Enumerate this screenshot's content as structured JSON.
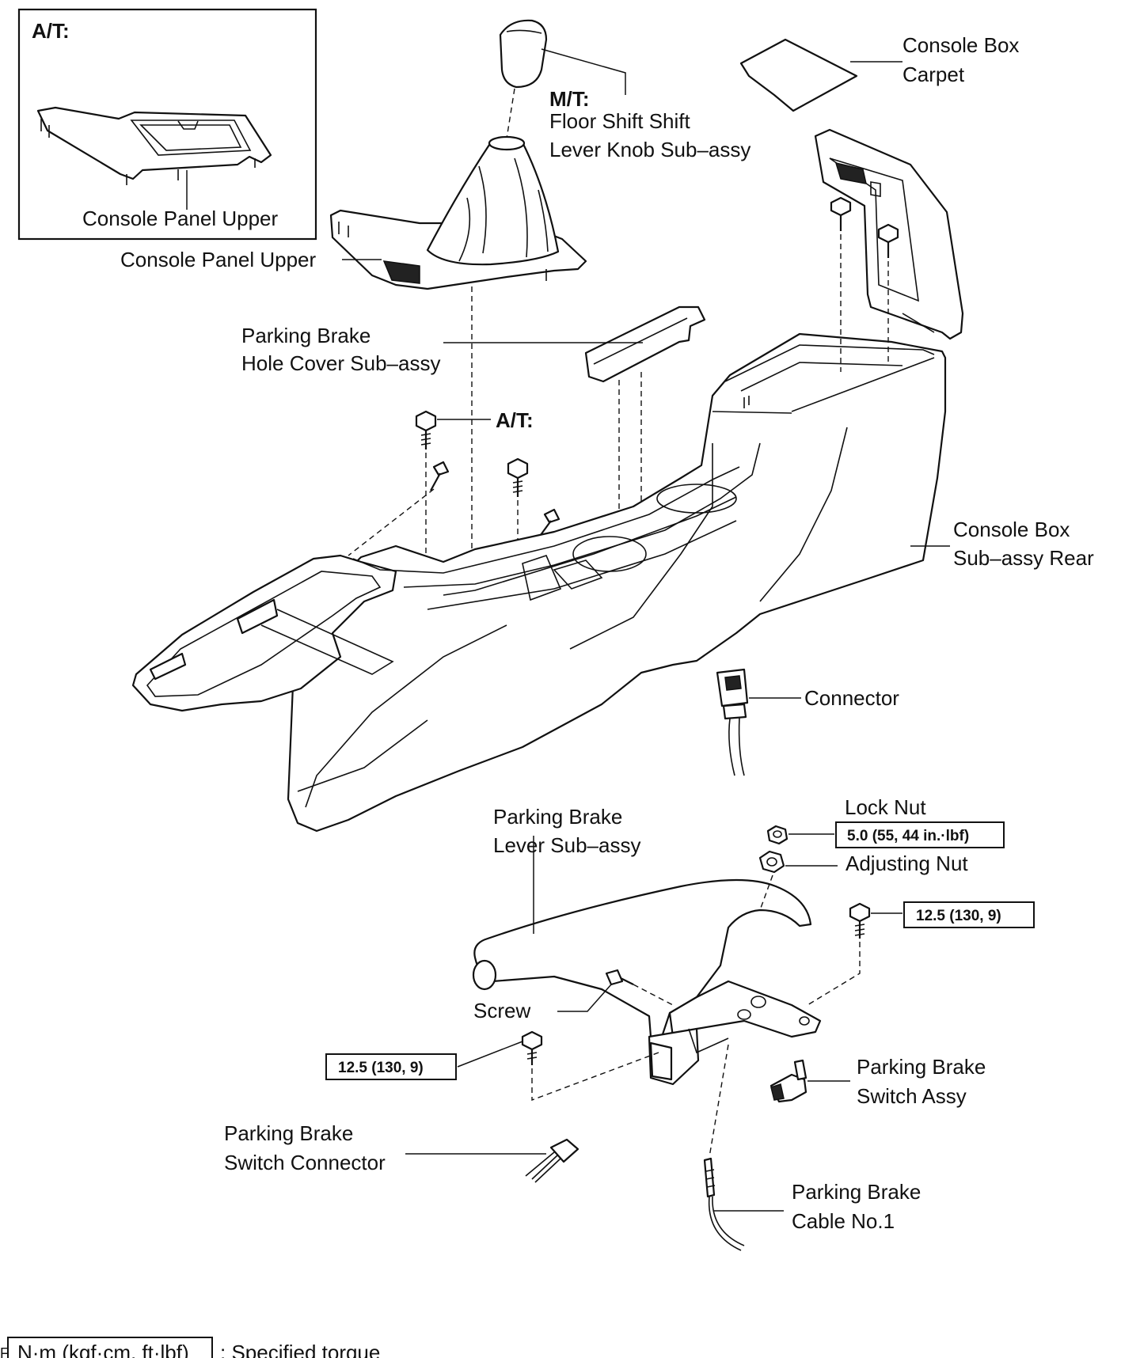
{
  "labels": {
    "at_inset": "A/T:",
    "console_panel_upper_inset": "Console Panel Upper",
    "console_panel_upper": "Console Panel Upper",
    "mt": "M/T:",
    "knob_line1": "Floor Shift Shift",
    "knob_line2": "Lever Knob Sub–assy",
    "carpet_line1": "Console Box",
    "carpet_line2": "Carpet",
    "hole_cover_line1": "Parking Brake",
    "hole_cover_line2": "Hole Cover Sub–assy",
    "at_bolts": "A/T:",
    "console_rear_line1": "Console Box",
    "console_rear_line2": "Sub–assy Rear",
    "connector": "Connector",
    "lever_line1": "Parking Brake",
    "lever_line2": "Lever Sub–assy",
    "lock_nut": "Lock Nut",
    "adjusting_nut": "Adjusting Nut",
    "screw": "Screw",
    "switch_assy_line1": "Parking Brake",
    "switch_assy_line2": "Switch Assy",
    "switch_connector_line1": "Parking Brake",
    "switch_connector_line2": "Switch Connector",
    "cable_line1": "Parking Brake",
    "cable_line2": "Cable No.1"
  },
  "torques": {
    "lock_nut": "5.0 (55, 44 in.·lbf)",
    "bolt_right": "12.5 (130, 9)",
    "bolt_left": "12.5 (130, 9)"
  },
  "legend": {
    "unit_box": "N·m (kgf·cm, ft·lbf)",
    "text": ": Specified torque"
  },
  "footer_mark": "F"
}
